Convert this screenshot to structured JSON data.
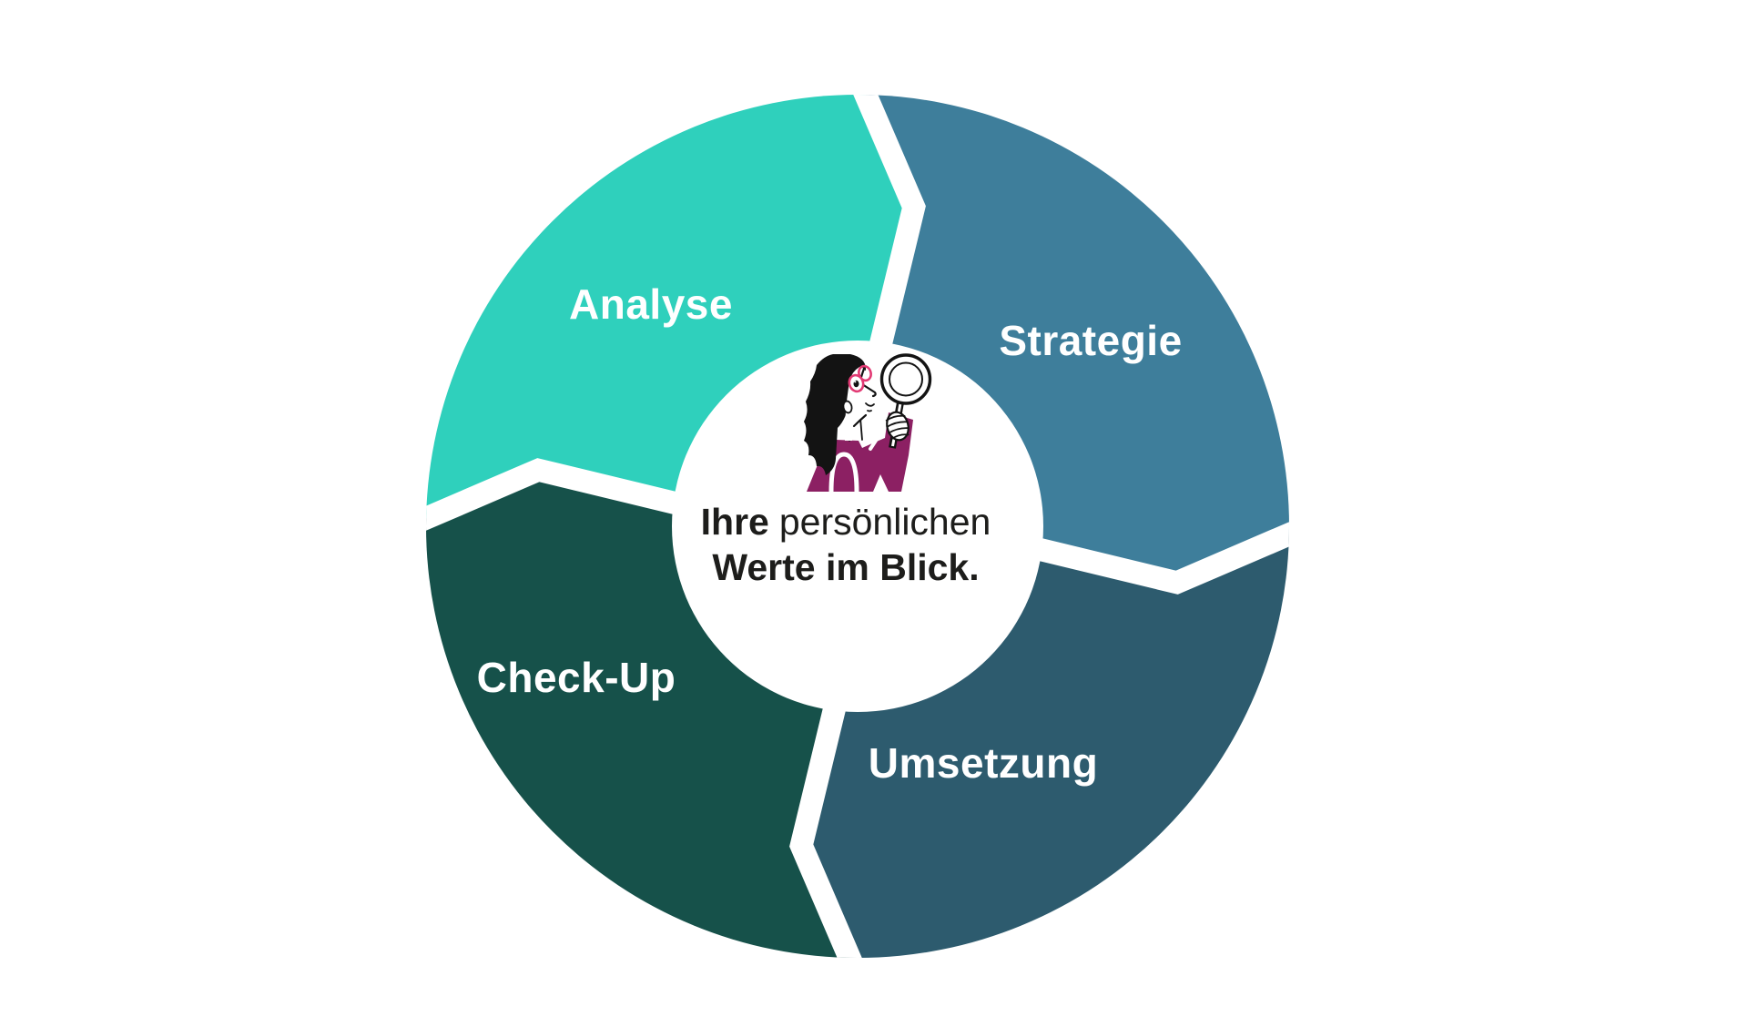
{
  "diagram": {
    "name": "cycle-diagram-personal-values",
    "background_color": "#ffffff",
    "divider_color": "#ffffff",
    "center_text": {
      "line1_emphasis": "Ihre",
      "line1_rest": "persönlichen",
      "line2": "Werte im Blick.",
      "color": "#1d1d1b"
    },
    "segments": [
      {
        "label": "Strategie",
        "color": "#3e7e9b",
        "position": "top-right"
      },
      {
        "label": "Umsetzung",
        "color": "#2d5b6e",
        "position": "bottom-right"
      },
      {
        "label": "Check-Up",
        "color": "#16514a",
        "position": "bottom-left"
      },
      {
        "label": "Analyse",
        "color": "#2fd0bc",
        "position": "top-left"
      }
    ],
    "illustration": {
      "name": "woman-looking-through-magnifying-glass",
      "hair_color": "#131313",
      "outline_color": "#131313",
      "shirt_color": "#8c2063",
      "glasses_color": "#e23a74",
      "skin_color": "#ffffff"
    }
  }
}
